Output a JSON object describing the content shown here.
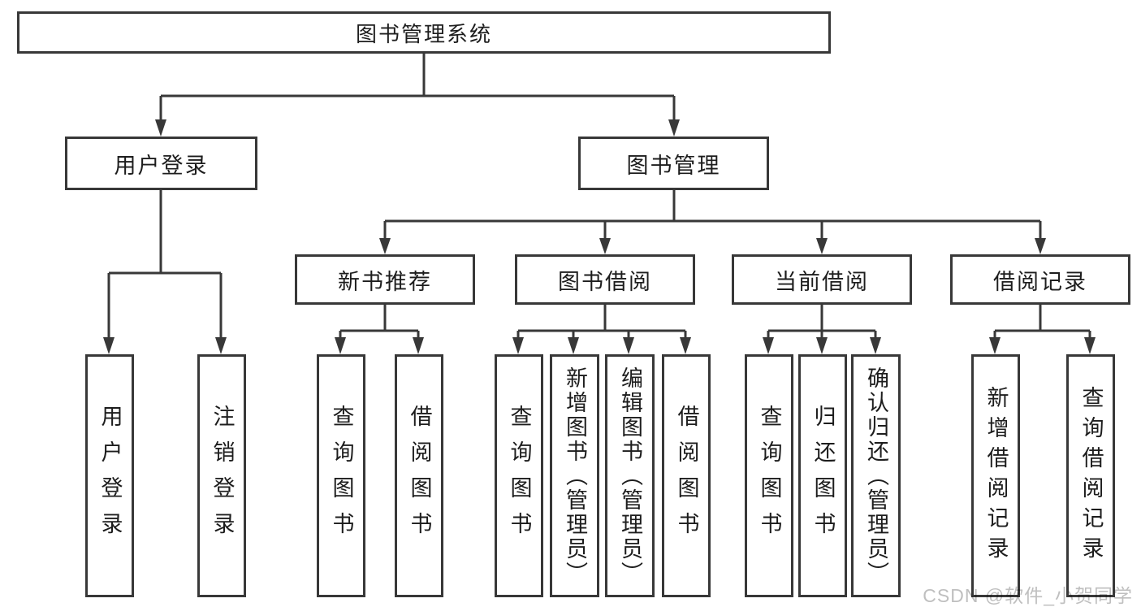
{
  "diagram": {
    "root": "图书管理系统",
    "level2": [
      {
        "label": "用户登录",
        "leaves": [
          "用户登录",
          "注销登录"
        ]
      },
      {
        "label": "图书管理",
        "groups": [
          {
            "label": "新书推荐",
            "leaves": [
              "查询图书",
              "借阅图书"
            ]
          },
          {
            "label": "图书借阅",
            "leaves": [
              "查询图书",
              "新增图书（管理员）",
              "编辑图书（管理员）",
              "借阅图书"
            ]
          },
          {
            "label": "当前借阅",
            "leaves": [
              "查询图书",
              "归还图书",
              "确认归还（管理员）"
            ]
          },
          {
            "label": "借阅记录",
            "leaves": [
              "新增借阅记录",
              "查询借阅记录"
            ]
          }
        ]
      }
    ]
  },
  "watermark": "CSDN @软件_小贺同学",
  "colors": {
    "line": "#383838",
    "text": "#1d1d1d",
    "background": "#ffffff",
    "watermark": "#bfbfbf"
  }
}
